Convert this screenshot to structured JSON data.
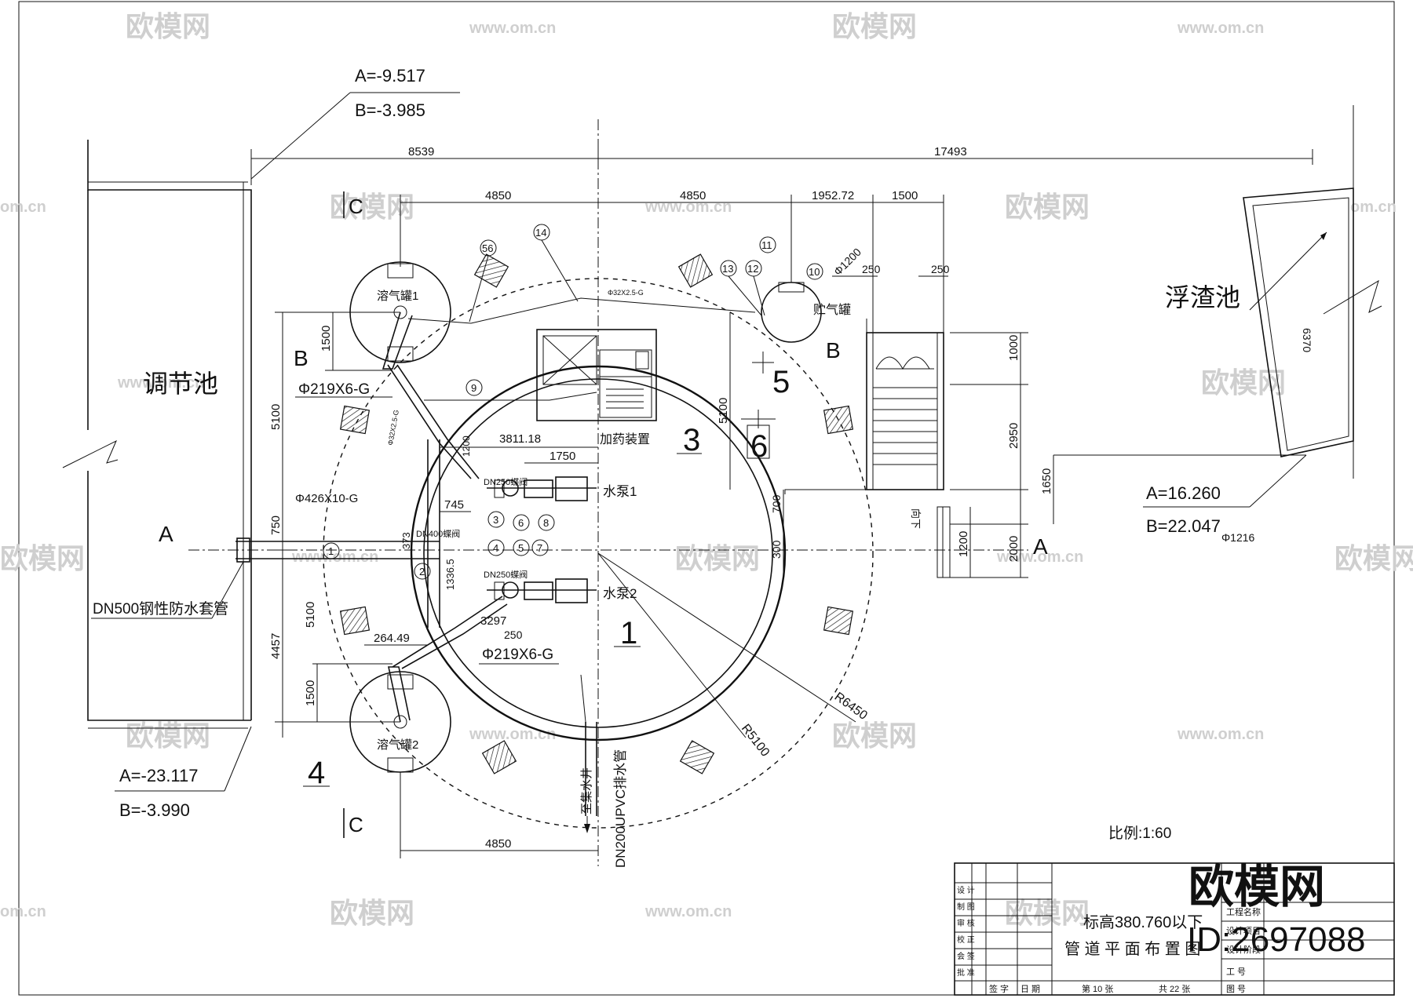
{
  "watermark": {
    "brand": "欧模网",
    "site": "www.om.cn",
    "site_short": "om.cn",
    "big_brand": "欧模网",
    "id_text": "ID:2697088"
  },
  "coords": {
    "tl_a": "A=-9.517",
    "tl_b": "B=-3.985",
    "bl_a": "A=-23.117",
    "bl_b": "B=-3.990",
    "r_a": "A=16.260",
    "r_b": "B=22.047"
  },
  "dims": {
    "d8539": "8539",
    "d17493": "17493",
    "d4850_a": "4850",
    "d4850_b": "4850",
    "d4850_c": "4850",
    "d1952": "1952.72",
    "d1500_top": "1500",
    "d250_a": "250",
    "d250_b": "250",
    "d1500_a": "1500",
    "d5100_l": "5100",
    "d5100_m": "5100",
    "d5100_ll": "5100",
    "d750": "750",
    "d4457": "4457",
    "d1500_b": "1500",
    "d3811": "3811.18",
    "d1750": "1750",
    "d745": "745",
    "d373": "373",
    "d1336": "1336.5",
    "d1200_v": "1200",
    "d700": "700",
    "d300": "300",
    "d1000": "1000",
    "d2950": "2950",
    "d1650": "1650",
    "d1200": "1200",
    "d2000": "2000",
    "d6370": "6370",
    "d264": "264.49",
    "d250_c": "250",
    "d3297": "3297",
    "phi1200": "Φ1200",
    "phi1216": "Φ1216",
    "R5100": "R5100",
    "R6450": "R6450"
  },
  "labels": {
    "tank1": "溶气罐1",
    "tank2": "溶气罐2",
    "storage": "贮气罐",
    "regulating": "调节池",
    "scum": "浮渣池",
    "dosing": "加药装置",
    "pump1": "水泵1",
    "pump2": "水泵2",
    "pipe219a": "Φ219X6-G",
    "pipe219b": "Φ219X6-G",
    "pipe426": "Φ426X10-G",
    "dn500": "DN500钢性防水套管",
    "dn400": "DN400蝶阀",
    "dn250a": "DN250蝶阀",
    "dn250b": "DN250蝶阀",
    "dn200": "DN200UPVC排水管",
    "to_well": "至集水井",
    "scale": "比例:1:60",
    "sec_b1": "B",
    "sec_b2": "B",
    "sec_a1": "A",
    "sec_a2": "A",
    "sec_c1": "C",
    "sec_c2": "C",
    "down": "向下",
    "pipe_small": "Φ32X2.5-G",
    "pipe_small2": "Φ32X2.5-G",
    "n1": "1",
    "n3": "3",
    "n4": "4",
    "n5": "5",
    "n6": "6"
  },
  "bubbles": [
    "1",
    "2",
    "3",
    "4",
    "5",
    "6",
    "7",
    "8",
    "9",
    "10",
    "11",
    "12",
    "13",
    "14",
    "56"
  ],
  "title_block": {
    "roles": [
      "设 计",
      "制 图",
      "审 核",
      "校 正",
      "会 签",
      "批 准"
    ],
    "title1": "标高380.760以下",
    "title2": "管 道 平 面 布 置 图",
    "right_labels": [
      "工程名称",
      "设计项目",
      "设计阶段",
      "工 号",
      "图 号"
    ],
    "footer_sign": "签 字",
    "footer_date": "日 期",
    "sheet_no": "第 10 张",
    "sheet_total": "共 22 张"
  }
}
